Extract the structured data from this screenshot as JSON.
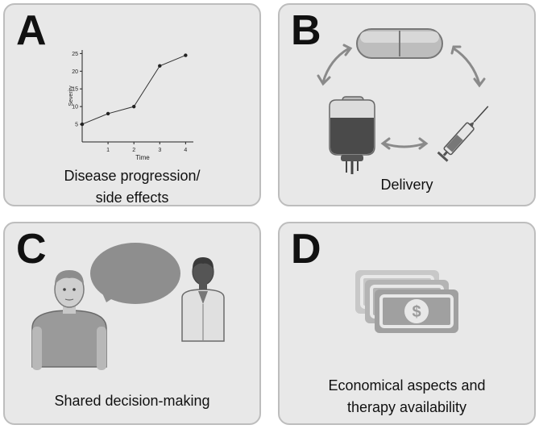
{
  "panels": {
    "a": {
      "letter": "A",
      "caption_line1": "Disease progression/",
      "caption_line2": "side effects"
    },
    "b": {
      "letter": "B",
      "caption": "Delivery"
    },
    "c": {
      "letter": "C",
      "caption": "Shared decision-making"
    },
    "d": {
      "letter": "D",
      "caption_line1": "Economical aspects and",
      "caption_line2": "therapy availability",
      "currency_symbol": "$"
    }
  },
  "chart_data": {
    "type": "line",
    "x": [
      0,
      1,
      2,
      3,
      4
    ],
    "values": [
      5,
      8,
      10,
      21.5,
      24.5
    ],
    "xlabel": "Time",
    "ylabel": "Severity",
    "xticks": [
      "1",
      "2",
      "3",
      "4"
    ],
    "yticks": [
      "5",
      "10",
      "15",
      "20",
      "25"
    ],
    "xlim": [
      0,
      4.3
    ],
    "ylim": [
      0,
      26
    ],
    "grid": false
  },
  "colors": {
    "panel_bg": "#e8e8e8",
    "panel_border": "#bdbdbd",
    "icon_gray": "#8a8a8a",
    "icon_light": "#d0d0d0",
    "icon_dark": "#444444"
  }
}
